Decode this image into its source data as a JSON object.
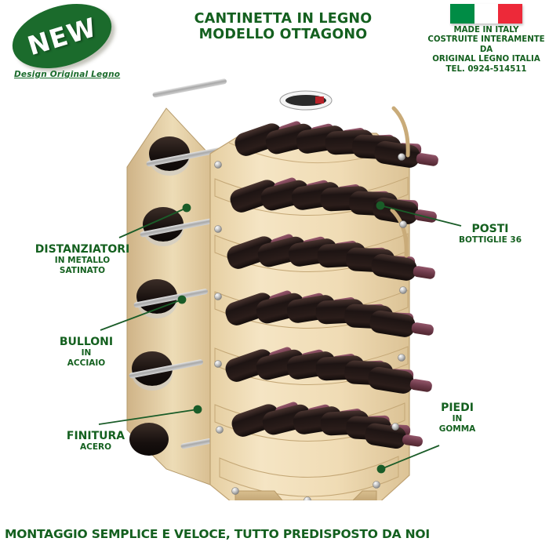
{
  "badge": {
    "label": "NEW",
    "tagline": "Design Original Legno",
    "color": "#1b6b2c"
  },
  "header": {
    "title_line1": "CANTINETTA IN LEGNO",
    "title_line2": "MODELLO OTTAGONO",
    "title_color": "#14601f"
  },
  "origin": {
    "flag_alt": "italy-flag",
    "flag_green": "#008c45",
    "flag_white": "#ffffff",
    "flag_red": "#ed2939",
    "line1": "MADE IN ITALY",
    "line2": "COSTRUITE INTERAMENTE",
    "line3": "DA",
    "line4": "ORIGINAL LEGNO ITALIA",
    "line5": "TEL. 0924-514511"
  },
  "callouts": [
    {
      "id": "distanziatori",
      "title": "DISTANZIATORI",
      "sub1": "IN METALLO",
      "sub2": "SATINATO",
      "side": "left"
    },
    {
      "id": "bulloni",
      "title": "BULLONI",
      "sub1": "IN",
      "sub2": "ACCIAIO",
      "side": "left"
    },
    {
      "id": "finitura",
      "title": "FINITURA",
      "sub1": "ACERO",
      "sub2": "",
      "side": "left"
    },
    {
      "id": "posti",
      "title": "POSTI",
      "sub1": "BOTTIGLIE 36",
      "sub2": "",
      "side": "right"
    },
    {
      "id": "piedi",
      "title": "PIEDI",
      "sub1": "IN",
      "sub2": "GOMMA",
      "side": "right"
    }
  ],
  "footer": {
    "text": "MONTAGGIO SEMPLICE E VELOCE, TUTTO PREDISPOSTO DA NOI"
  },
  "product": {
    "name": "cantinetta-ottagono",
    "wood_light": "#f2e0bc",
    "wood_mid": "#e3cb9f",
    "wood_dark": "#c9ab79",
    "metal": "#b9b9b9",
    "bottle_dark": "#241a18",
    "cork_color": "#7a4150",
    "shelf_rows": 6,
    "bottles_per_row": 6,
    "total_bottles": 36,
    "brand_sticker": "brand-label"
  },
  "line_color": "#1a5c28"
}
